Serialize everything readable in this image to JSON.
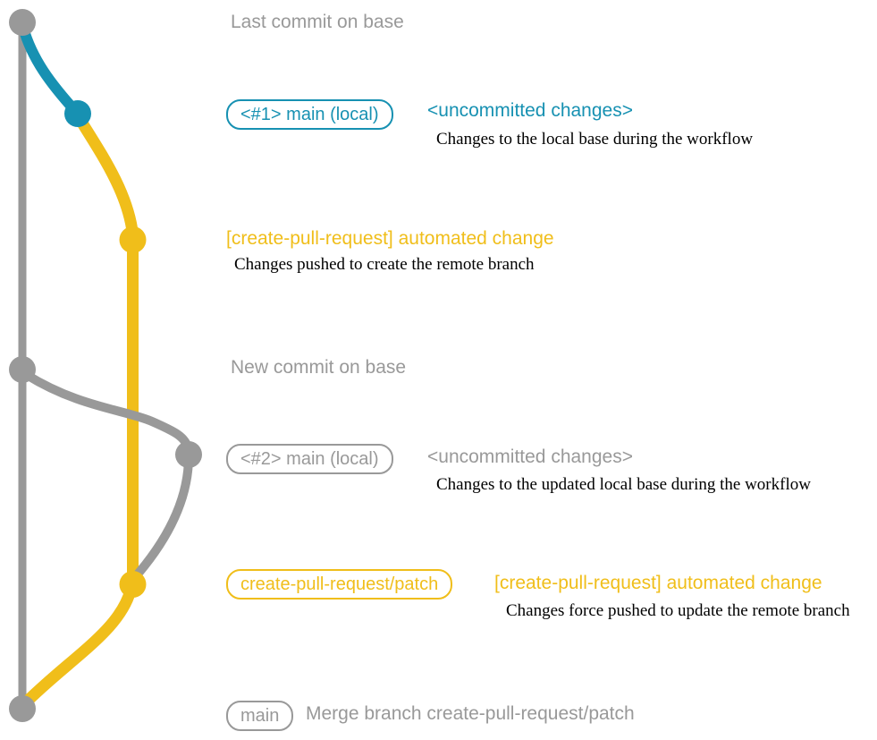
{
  "colors": {
    "gray": "#999999",
    "teal": "#1791b2",
    "yellow": "#f0be1a",
    "black": "#000000"
  },
  "rows": {
    "r1": {
      "heading": "Last commit on base"
    },
    "r2": {
      "badge": "<#1> main (local)",
      "heading": "<uncommitted changes>",
      "note": "Changes to the local base during the workflow"
    },
    "r3": {
      "heading": "[create-pull-request] automated change",
      "note": "Changes pushed to create the remote branch"
    },
    "r4": {
      "heading": "New commit on base"
    },
    "r5": {
      "badge": "<#2> main (local)",
      "heading": "<uncommitted changes>",
      "note": "Changes to the updated local base during the workflow"
    },
    "r6": {
      "badge": "create-pull-request/patch",
      "heading": "[create-pull-request] automated change",
      "note": "Changes force pushed to update the remote branch"
    },
    "r7": {
      "badge": "main",
      "heading": "Merge branch create-pull-request/patch"
    }
  }
}
